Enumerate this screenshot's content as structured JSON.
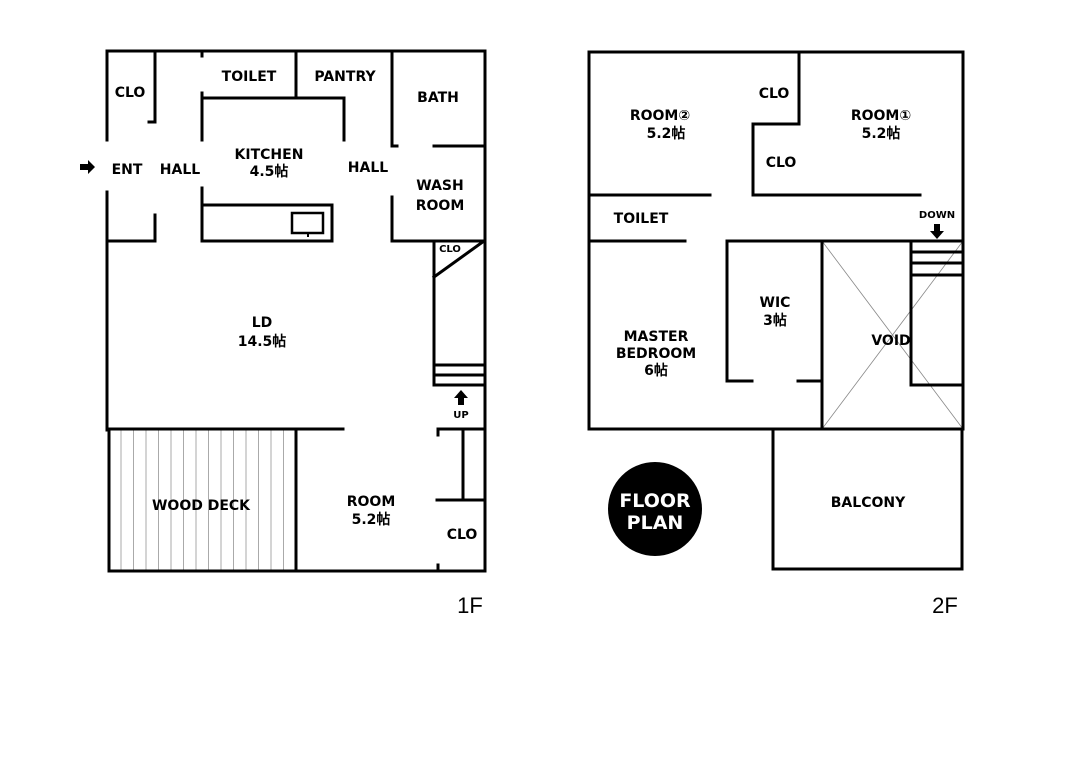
{
  "first_floor": {
    "label": "1F",
    "rooms": {
      "clo_entry": "CLO",
      "toilet": "TOILET",
      "pantry": "PANTRY",
      "bath": "BATH",
      "ent": "ENT",
      "hall_left": "HALL",
      "kitchen": "KITCHEN",
      "kitchen_size": "4.5帖",
      "hall_right": "HALL",
      "wash_1": "WASH",
      "wash_2": "ROOM",
      "clo_stair": "CLO",
      "ld": "LD",
      "ld_size": "14.5帖",
      "up": "UP",
      "wood_deck": "WOOD DECK",
      "room": "ROOM",
      "room_size": "5.2帖",
      "clo_room": "CLO"
    }
  },
  "second_floor": {
    "label": "2F",
    "rooms": {
      "room2": "ROOM②",
      "room2_size": "5.2帖",
      "clo_top": "CLO",
      "room1": "ROOM①",
      "room1_size": "5.2帖",
      "clo_mid": "CLO",
      "toilet": "TOILET",
      "down": "DOWN",
      "master_1": "MASTER",
      "master_2": "BEDROOM",
      "master_size": "6帖",
      "wic": "WIC",
      "wic_size": "3帖",
      "void": "VOID",
      "balcony": "BALCONY"
    }
  },
  "badge": {
    "line1": "FLOOR",
    "line2": "PLAN"
  }
}
